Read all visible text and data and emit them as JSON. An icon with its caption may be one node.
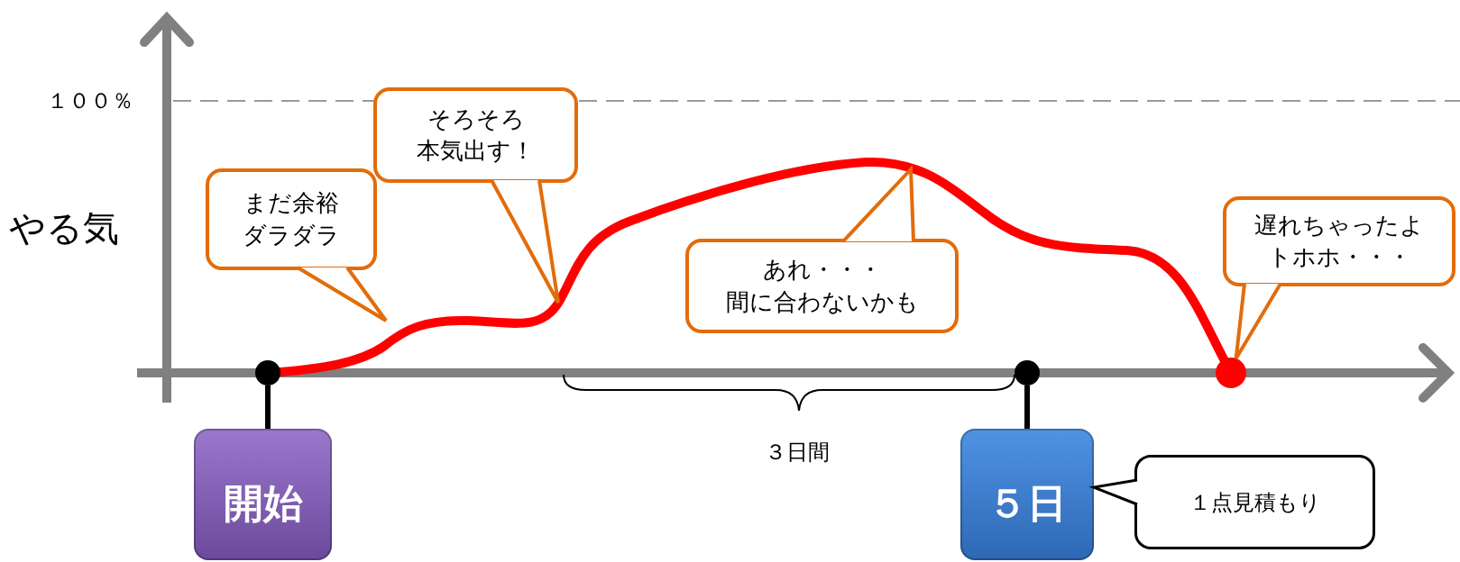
{
  "diagram": {
    "nodes": [
      {
        "text": [
          "まだ余裕ダラダラ"
        ]
      },
      {
        "text": [
          "そろそろ本気出す！"
        ]
      },
      {
        "text": [
          "あれ・・・間に合わないかも"
        ]
      },
      {
        "text": [
          "遅れちゃったよトホホ・・・"
        ]
      },
      {
        "text": [
          "開始"
        ]
      },
      {
        "text": [
          "５日"
        ]
      },
      {
        "text": [
          "１点見積もり"
        ]
      },
      {
        "text": [],
        "shape": "circle"
      },
      {
        "text": [],
        "shape": "circle"
      },
      {
        "text": [],
        "shape": "circle"
      }
    ],
    "edges": [
      {
        "from": 3,
        "to": 9,
        "arrow": "to",
        "color": "#e36c0a"
      },
      {
        "from": 6,
        "to": 5,
        "arrow": "to"
      },
      {
        "from": 4,
        "to": 7,
        "arrow": "none"
      },
      {
        "from": 5,
        "to": 8,
        "arrow": "none"
      }
    ],
    "labels": [
      "やる気",
      "１００％",
      "３日間"
    ]
  }
}
